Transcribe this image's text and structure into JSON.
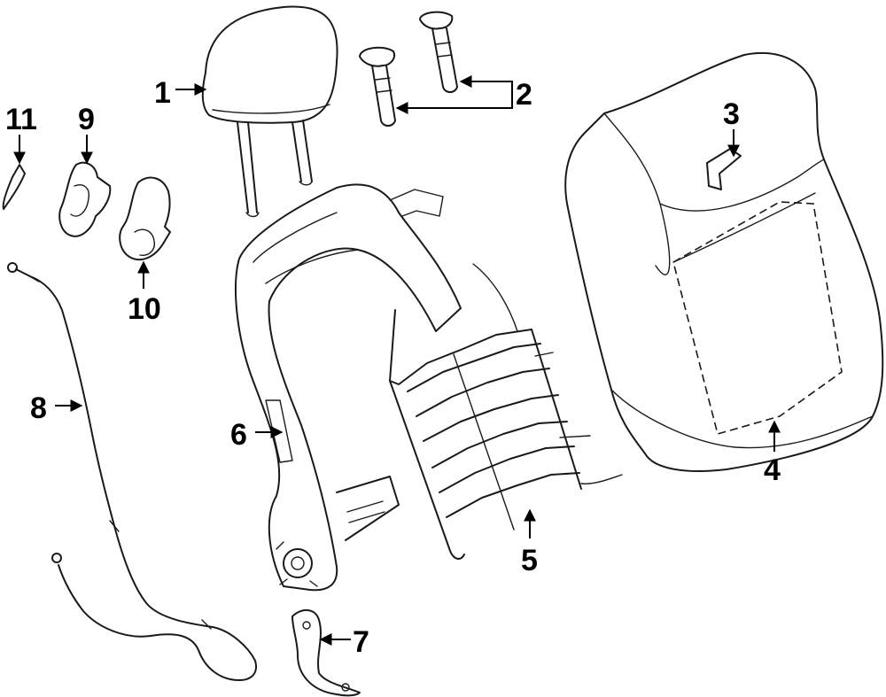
{
  "callouts": [
    {
      "id": "c1",
      "text": "1"
    },
    {
      "id": "c2",
      "text": "2"
    },
    {
      "id": "c3",
      "text": "3"
    },
    {
      "id": "c4",
      "text": "4"
    },
    {
      "id": "c5",
      "text": "5"
    },
    {
      "id": "c6",
      "text": "6"
    },
    {
      "id": "c7",
      "text": "7"
    },
    {
      "id": "c8",
      "text": "8"
    },
    {
      "id": "c9",
      "text": "9"
    },
    {
      "id": "c10",
      "text": "10"
    },
    {
      "id": "c11",
      "text": "11"
    }
  ]
}
